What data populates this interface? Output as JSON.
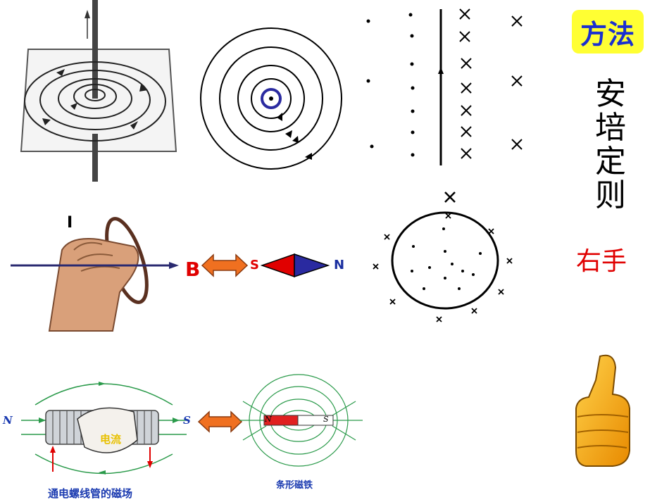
{
  "sidebar": {
    "method_label": "方法",
    "rule_title": "安培定则",
    "right_hand_label": "右手"
  },
  "straight_wire": {
    "current_label": "I"
  },
  "equivalence": {
    "field_label": "B",
    "needle_south": "S",
    "needle_north": "N"
  },
  "solenoid": {
    "pole_north": "N",
    "pole_south": "S",
    "current_label": "电流",
    "caption": "通电螺线管的磁场"
  },
  "bar_magnet": {
    "pole_north": "N",
    "pole_south": "S",
    "caption": "条形磁铁"
  },
  "colors": {
    "badge_bg": "#ffff33",
    "badge_text": "#1a2fd0",
    "accent_red": "#e00000",
    "needle_blue": "#1a2fa0",
    "arrow_orange": "#f07020",
    "field_green": "#2a9a4a"
  }
}
